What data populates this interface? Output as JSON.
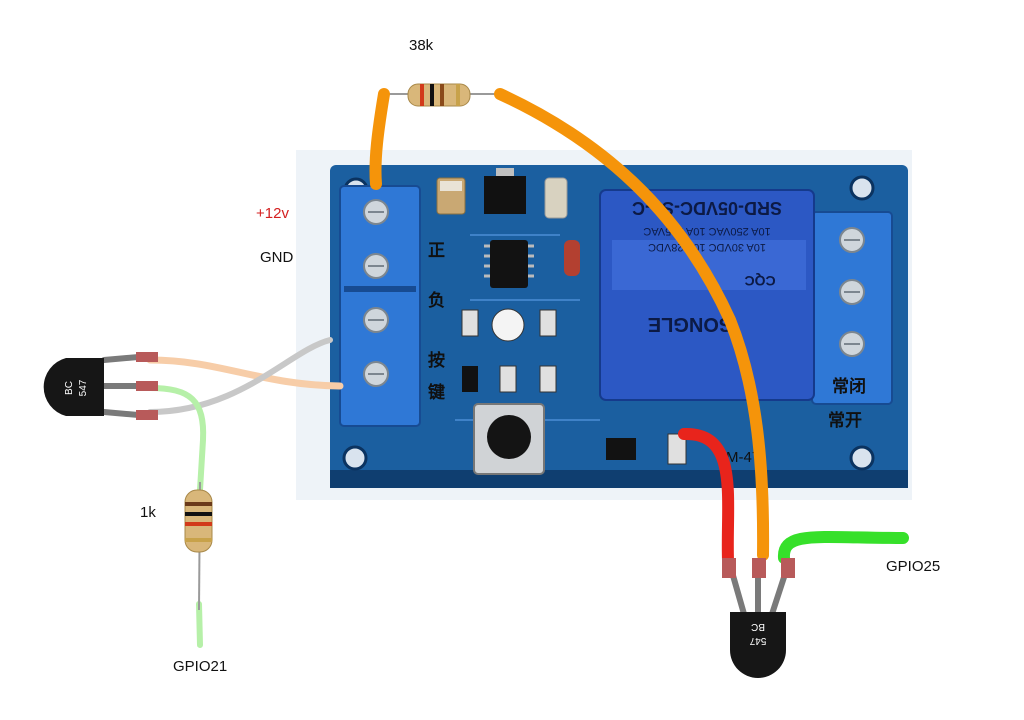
{
  "labels": {
    "resistor_top": "38k",
    "supply_plus": "+12v",
    "supply_gnd": "GND",
    "resistor_left": "1k",
    "gpio_left": "GPIO21",
    "gpio_right": "GPIO25"
  },
  "transistor": {
    "left_top": "BC",
    "left_bottom": "547",
    "right_top": "BC",
    "right_bottom": "547"
  },
  "relay": {
    "model": "SRD-05VDC-SL-C",
    "rating1": "10A 250VAC  10A 125VAC",
    "rating2": "10A 30VDC   10A 28VDC",
    "brand": "SONGLE",
    "cert": "CQC"
  },
  "board_markings": {
    "zheng": "正",
    "fu": "负",
    "an": "按",
    "jian": "键",
    "changbi": "常闭",
    "changkai": "常开",
    "module": "M-47"
  },
  "colors": {
    "orange_wire": "#f5940a",
    "red_wire": "#e8241c",
    "green_wire": "#36e02a",
    "pale_green_wire": "#b6f0a8",
    "peach_wire": "#f7cda8",
    "gray_wire": "#c8c8c8",
    "pcb_blue": "#1b5fa0",
    "terminal_blue": "#2f78d6",
    "relay_blue": "#2c58c4",
    "label_red": "#d42020"
  }
}
